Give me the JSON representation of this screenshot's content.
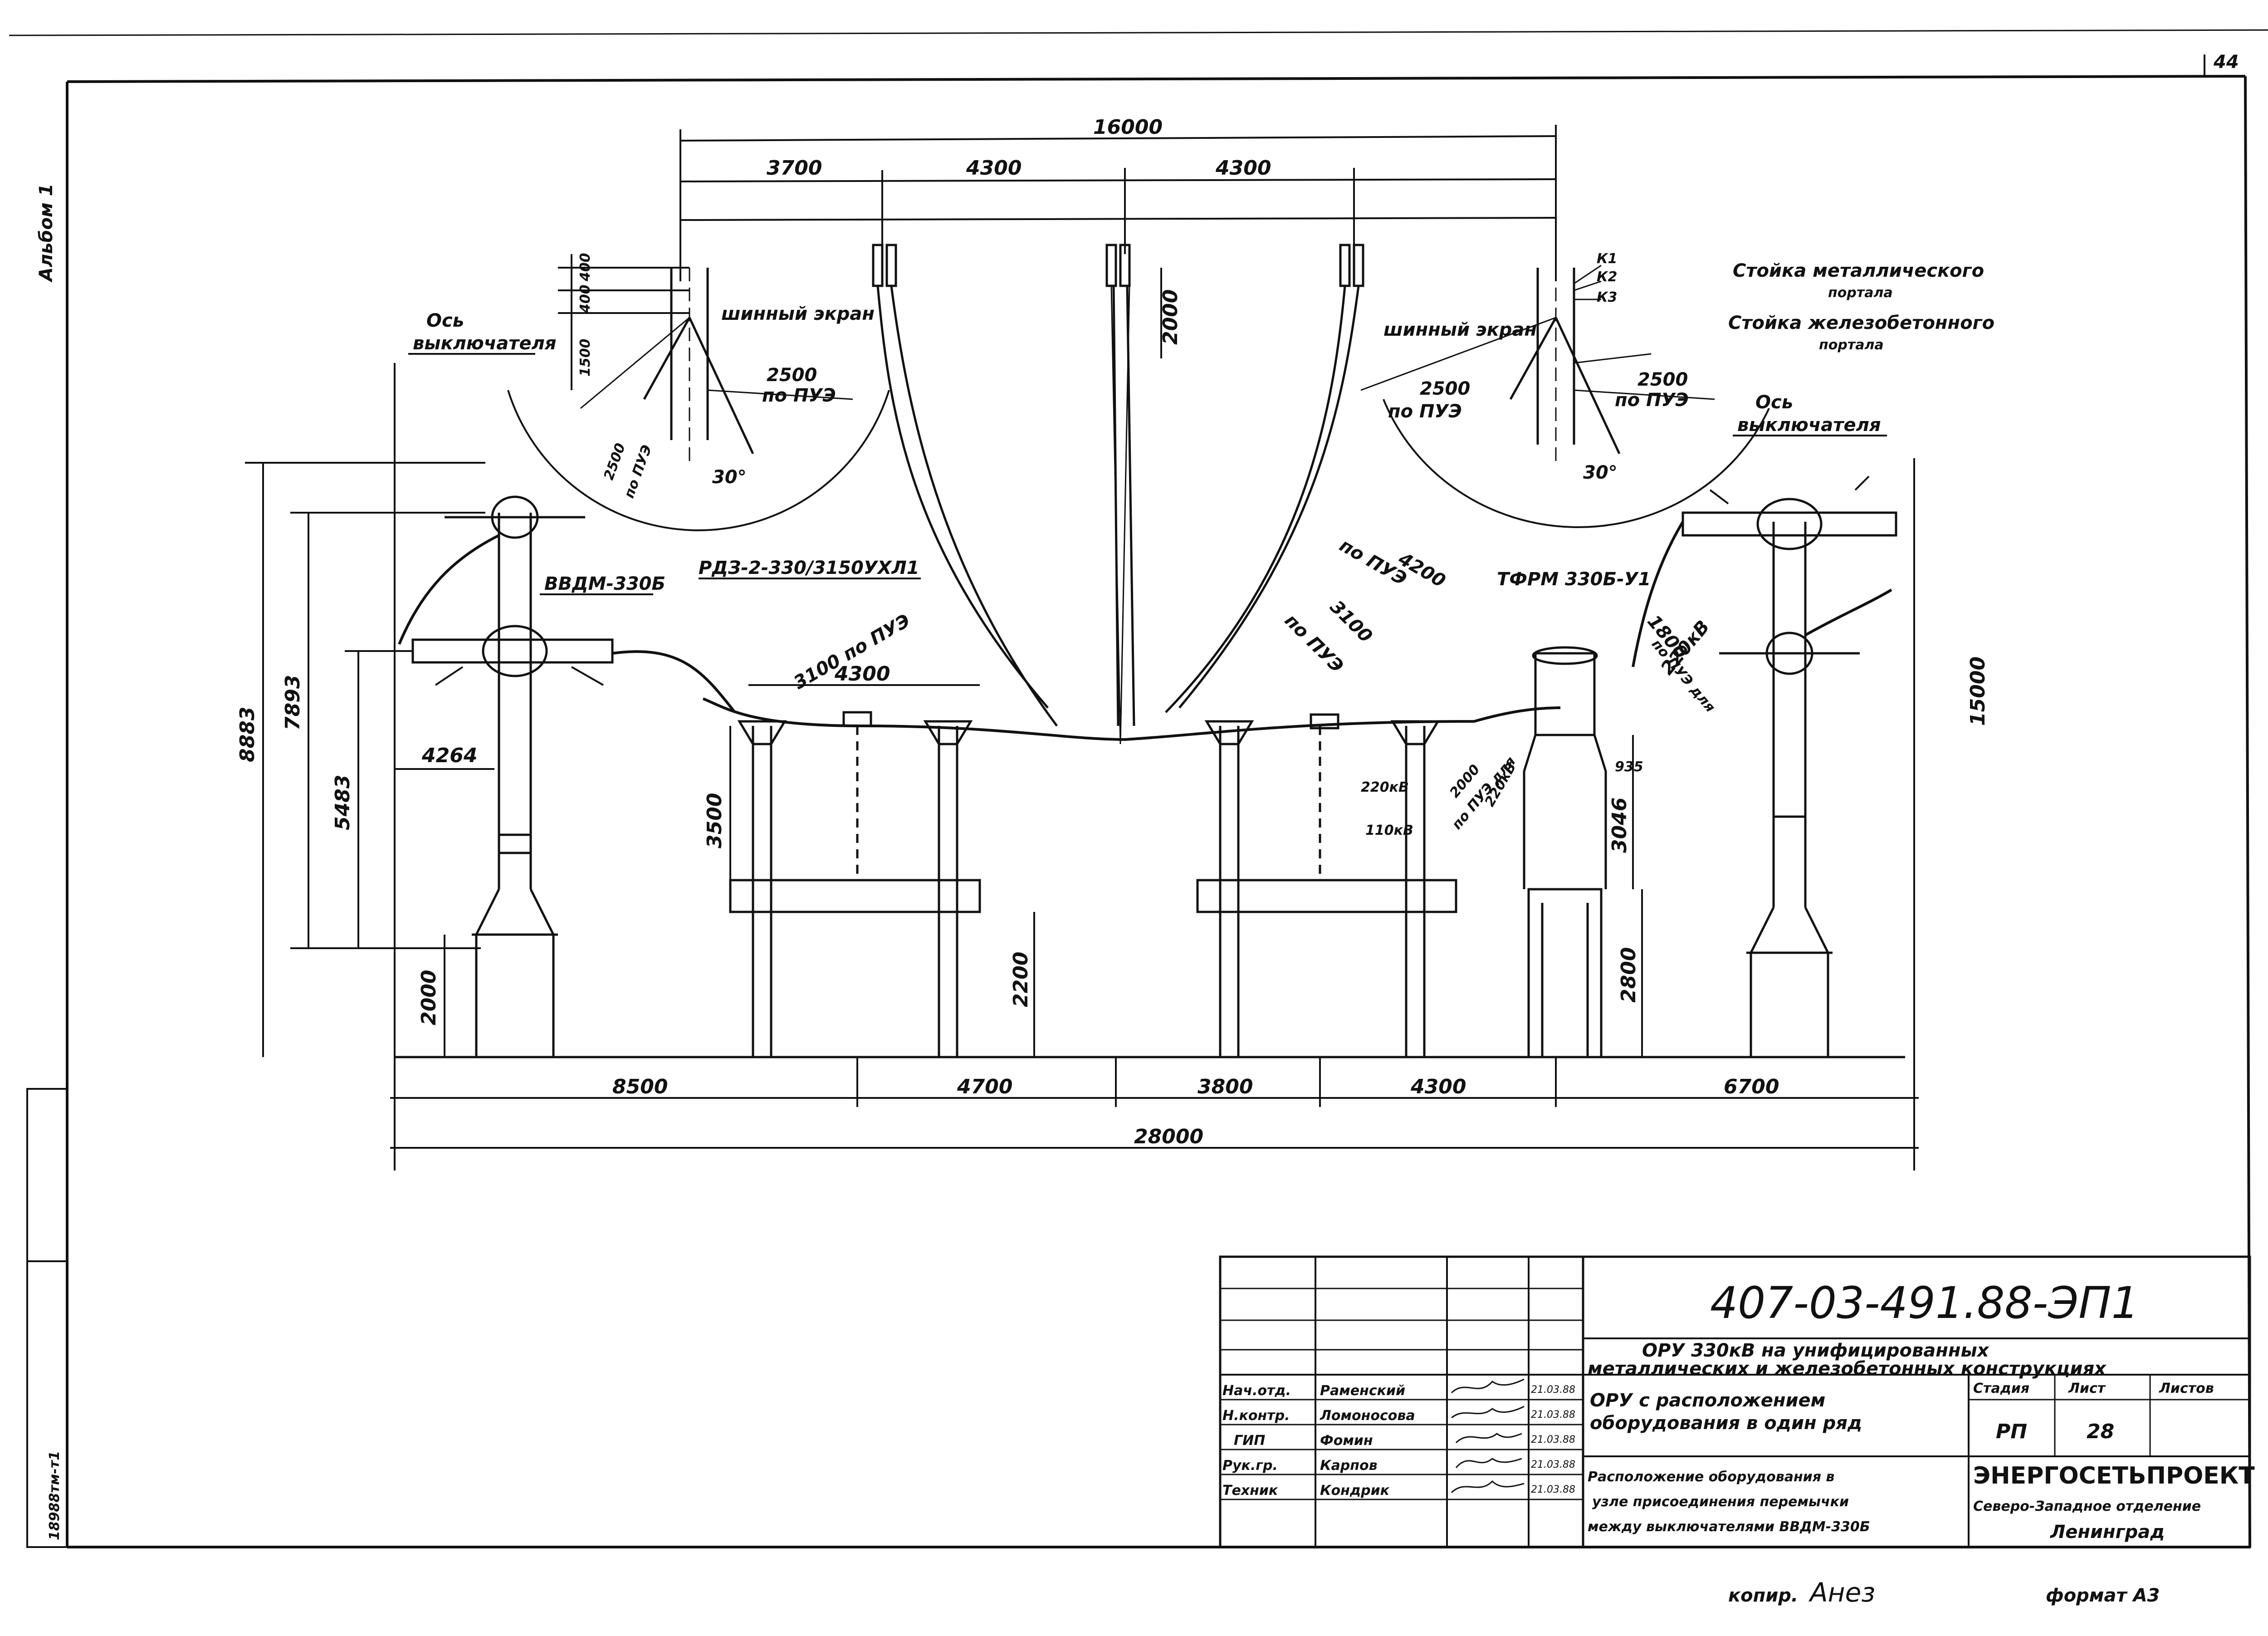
{
  "sheet_number": "44",
  "album_label": "Альбом 1",
  "archive_number": "18988тм-т1",
  "footer": {
    "copied": "копир.",
    "copier_signature": "Анез",
    "format": "формат А3"
  },
  "labels": {
    "axis_left_1": "Ось",
    "axis_left_2": "выключателя",
    "axis_right_1": "Ось",
    "axis_right_2": "выключателя",
    "shield_left": "шинный экран",
    "shield_right": "шинный экран",
    "metal_portal_1": "Стойка металлического",
    "metal_portal_2": "портала",
    "concrete_portal_1": "Стойка железобетонного",
    "concrete_portal_2": "портала",
    "k1": "К1",
    "k2": "К2",
    "k3": "К3",
    "vvdm": "ВВДМ-330Б",
    "rdz": "РДЗ-2-330/3150УХЛ1",
    "tfrm": "ТФРМ 330Б-У1",
    "kv220_a": "220кВ",
    "kv110": "110кВ",
    "kv220_b": "220кВ",
    "kv220_c": "220кВ",
    "angle_left": "30°",
    "angle_right": "30°",
    "pue_2500_l1": "2500",
    "pue_2500_l1_sub": "по ПУЭ",
    "pue_2500_l2": "2500",
    "pue_2500_l2_sub": "по ПУЭ",
    "pue_2500_r1": "2500",
    "pue_2500_r1_sub": "по ПУЭ",
    "pue_2500_r2": "2500",
    "pue_2500_r2_sub": "по ПУЭ",
    "pue_3100": "3100 по ПУЭ",
    "pue_4200": "4200",
    "pue_4200_sub": "по ПУЭ",
    "pue_3100b": "3100",
    "pue_3100b_sub": "по ПУЭ",
    "pue_1800": "1800",
    "pue_1800_sub": "по ПУЭ для",
    "pue_2000": "2000",
    "pue_2000_sub": "по ПУЭ для"
  },
  "dimensions": {
    "top_total": "16000",
    "top_segments": [
      "3700",
      "4300",
      "4300"
    ],
    "d400a": "400",
    "d400b": "400",
    "d1500": "1500",
    "d2000top": "2000",
    "h8883": "8883",
    "h7893": "7893",
    "h5483": "5483",
    "h4264": "4264",
    "h2000": "2000",
    "h3500": "3500",
    "h2200": "2200",
    "h4300": "4300",
    "h3046": "3046",
    "h935": "935",
    "h2800": "2800",
    "h15000": "15000",
    "bottom_segments": [
      "8500",
      "4700",
      "3800",
      "4300",
      "6700"
    ],
    "bottom_total": "28000"
  },
  "title_block": {
    "doc_code": "407-03-491.88-ЭП1",
    "project_line1": "ОРУ 330кВ на унифицированных",
    "project_line2": "металлических и железобетонных конструкциях",
    "section_line1": "ОРУ с расположением",
    "section_line2": "оборудования в один ряд",
    "sheet_title_line1": "Расположение оборудования в",
    "sheet_title_line2": "узле присоединения перемычки",
    "sheet_title_line3": "между выключателями ВВДМ-330Б",
    "stage_header": "Стадия",
    "sheet_header": "Лист",
    "sheets_header": "Листов",
    "stage": "РП",
    "sheet": "28",
    "sheets": "",
    "org_line1": "ЭНЕРГОСЕТЬПРОЕКТ",
    "org_line2": "Северо-Западное отделение",
    "org_line3": "Ленинград",
    "signatures": [
      {
        "role": "Нач.отд.",
        "name": "Раменский",
        "date": "21.03.88"
      },
      {
        "role": "Н.контр.",
        "name": "Ломоносова",
        "date": "21.03.88"
      },
      {
        "role": "ГИП",
        "name": "Фомин",
        "date": "21.03.88"
      },
      {
        "role": "Рук.гр.",
        "name": "Карпов",
        "date": "21.03.88"
      },
      {
        "role": "Техник",
        "name": "Кондрик",
        "date": "21.03.88"
      }
    ]
  }
}
